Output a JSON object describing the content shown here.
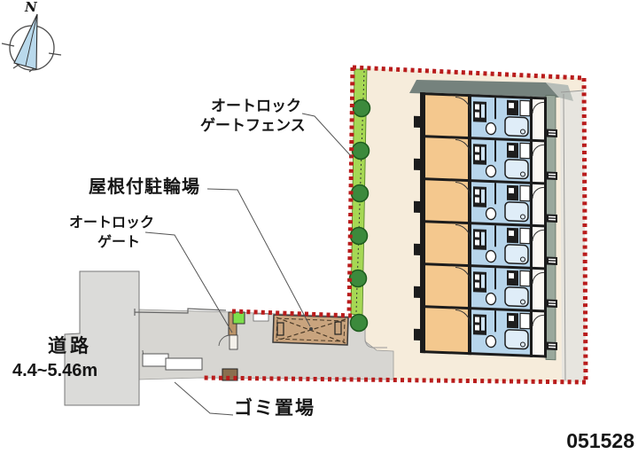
{
  "plan_number": "051528",
  "compass": {
    "north_label": "N"
  },
  "labels": {
    "gate_fence_line1": "オートロック",
    "gate_fence_line2": "ゲートフェンス",
    "bicycle_parking": "屋根付駐輪場",
    "auto_lock_gate_line1": "オートロック",
    "auto_lock_gate_line2": "ゲート",
    "road_name": "道路",
    "road_width": "4.4~5.46m",
    "garbage_area": "ゴミ置場"
  },
  "building": {
    "unit_count": 6
  },
  "site": {
    "tree_count": 6
  },
  "colors": {
    "boundary_red": "#b91c1c",
    "site_cream": "#f6ecdb",
    "green_strip": "#a6d854",
    "tree_green": "#3c8a3c",
    "room_orange": "#f4c88e",
    "wet_blue": "#b7d5eb",
    "roof_gray": "#75827d",
    "roof_gray_light": "#b7bdb8",
    "balcony_gray": "#9aa89c",
    "pavement_gray": "#d7d6d2",
    "east_gray": "#e7e5df",
    "shed_brown": "#c9a47e",
    "gate_green": "#7de04c",
    "wall_black": "#1c1c1c",
    "compass_blue": "#b9d9ec"
  }
}
